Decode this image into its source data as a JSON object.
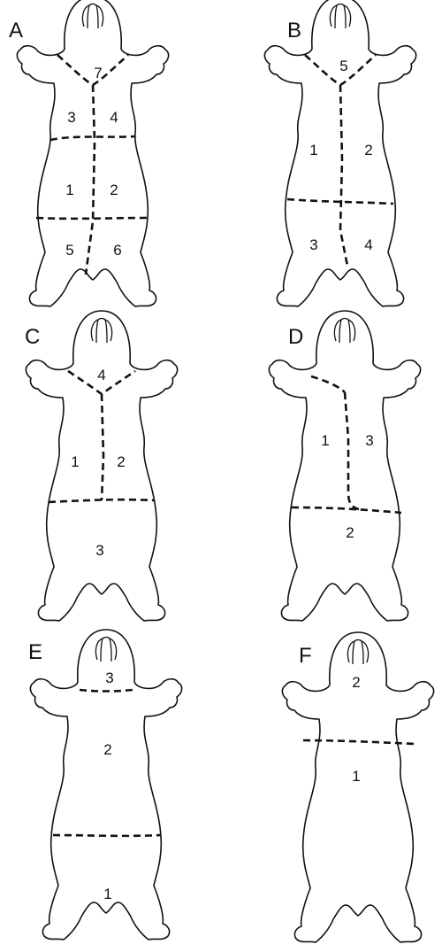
{
  "panels": [
    {
      "letter": "A",
      "regions": [
        "7",
        "3",
        "4",
        "1",
        "2",
        "5",
        "6"
      ]
    },
    {
      "letter": "B",
      "regions": [
        "5",
        "1",
        "2",
        "3",
        "4"
      ]
    },
    {
      "letter": "C",
      "regions": [
        "4",
        "1",
        "2",
        "3"
      ]
    },
    {
      "letter": "D",
      "regions": [
        "1",
        "3",
        "2"
      ]
    },
    {
      "letter": "E",
      "regions": [
        "3",
        "2",
        "1"
      ]
    },
    {
      "letter": "F",
      "regions": [
        "2",
        "1"
      ]
    }
  ],
  "colors": {
    "line": "#111111",
    "background": "#ffffff"
  }
}
